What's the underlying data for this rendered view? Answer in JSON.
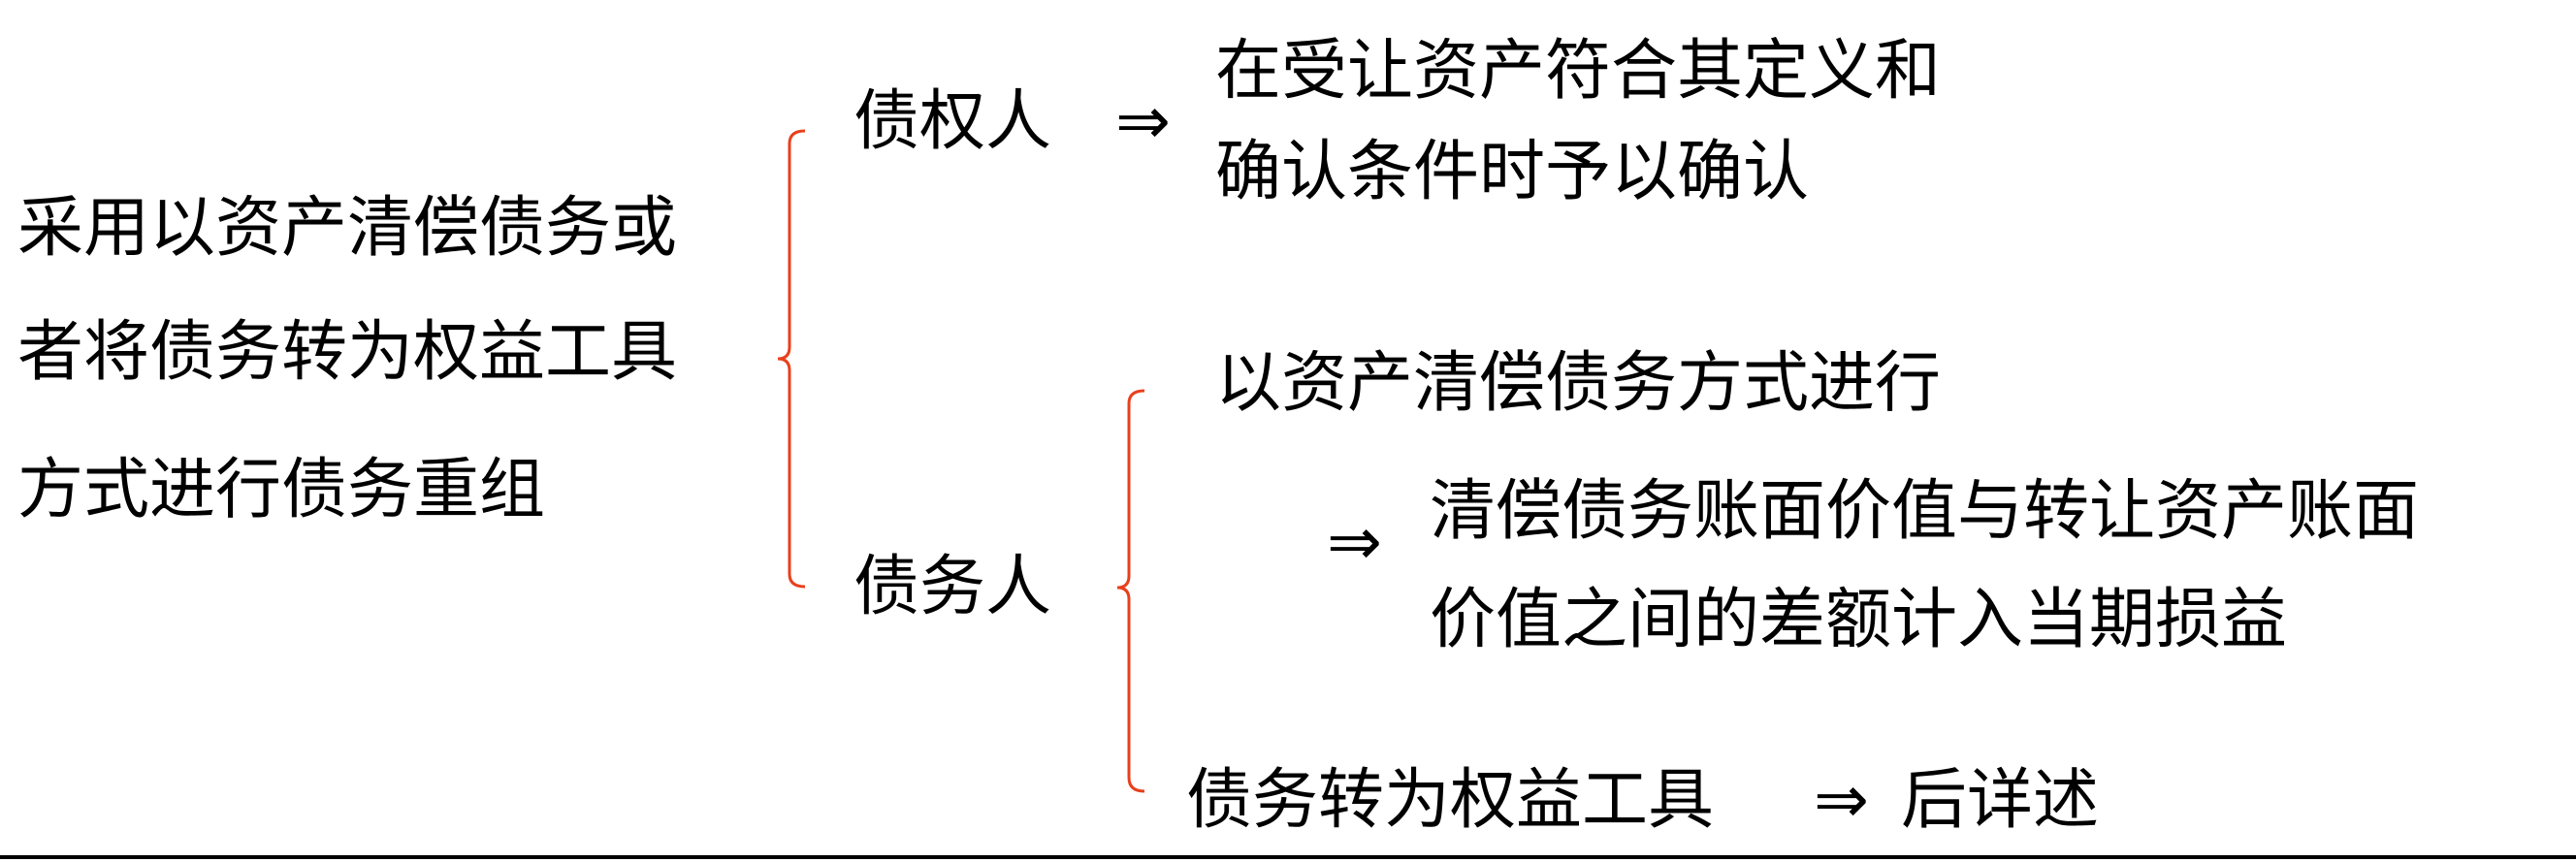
{
  "colors": {
    "brace": "#e8401c",
    "text": "#000000",
    "rule": "#000000"
  },
  "root": {
    "lines": [
      "采用以资产清偿债务或",
      "者将债务转为权益工具",
      "方式进行债务重组"
    ]
  },
  "creditor": {
    "label": "债权人",
    "arrow": "⇒",
    "result_lines": [
      "在受让资产符合其定义和",
      "确认条件时予以确认"
    ]
  },
  "debtor": {
    "label": "债务人",
    "asset_method": {
      "label": "以资产清偿债务方式进行",
      "arrow": "⇒",
      "result_lines": [
        "清偿债务账面价值与转让资产账面",
        "价值之间的差额计入当期损益"
      ]
    },
    "equity_method": {
      "label": "债务转为权益工具",
      "arrow": "⇒",
      "result": "后详述"
    }
  }
}
